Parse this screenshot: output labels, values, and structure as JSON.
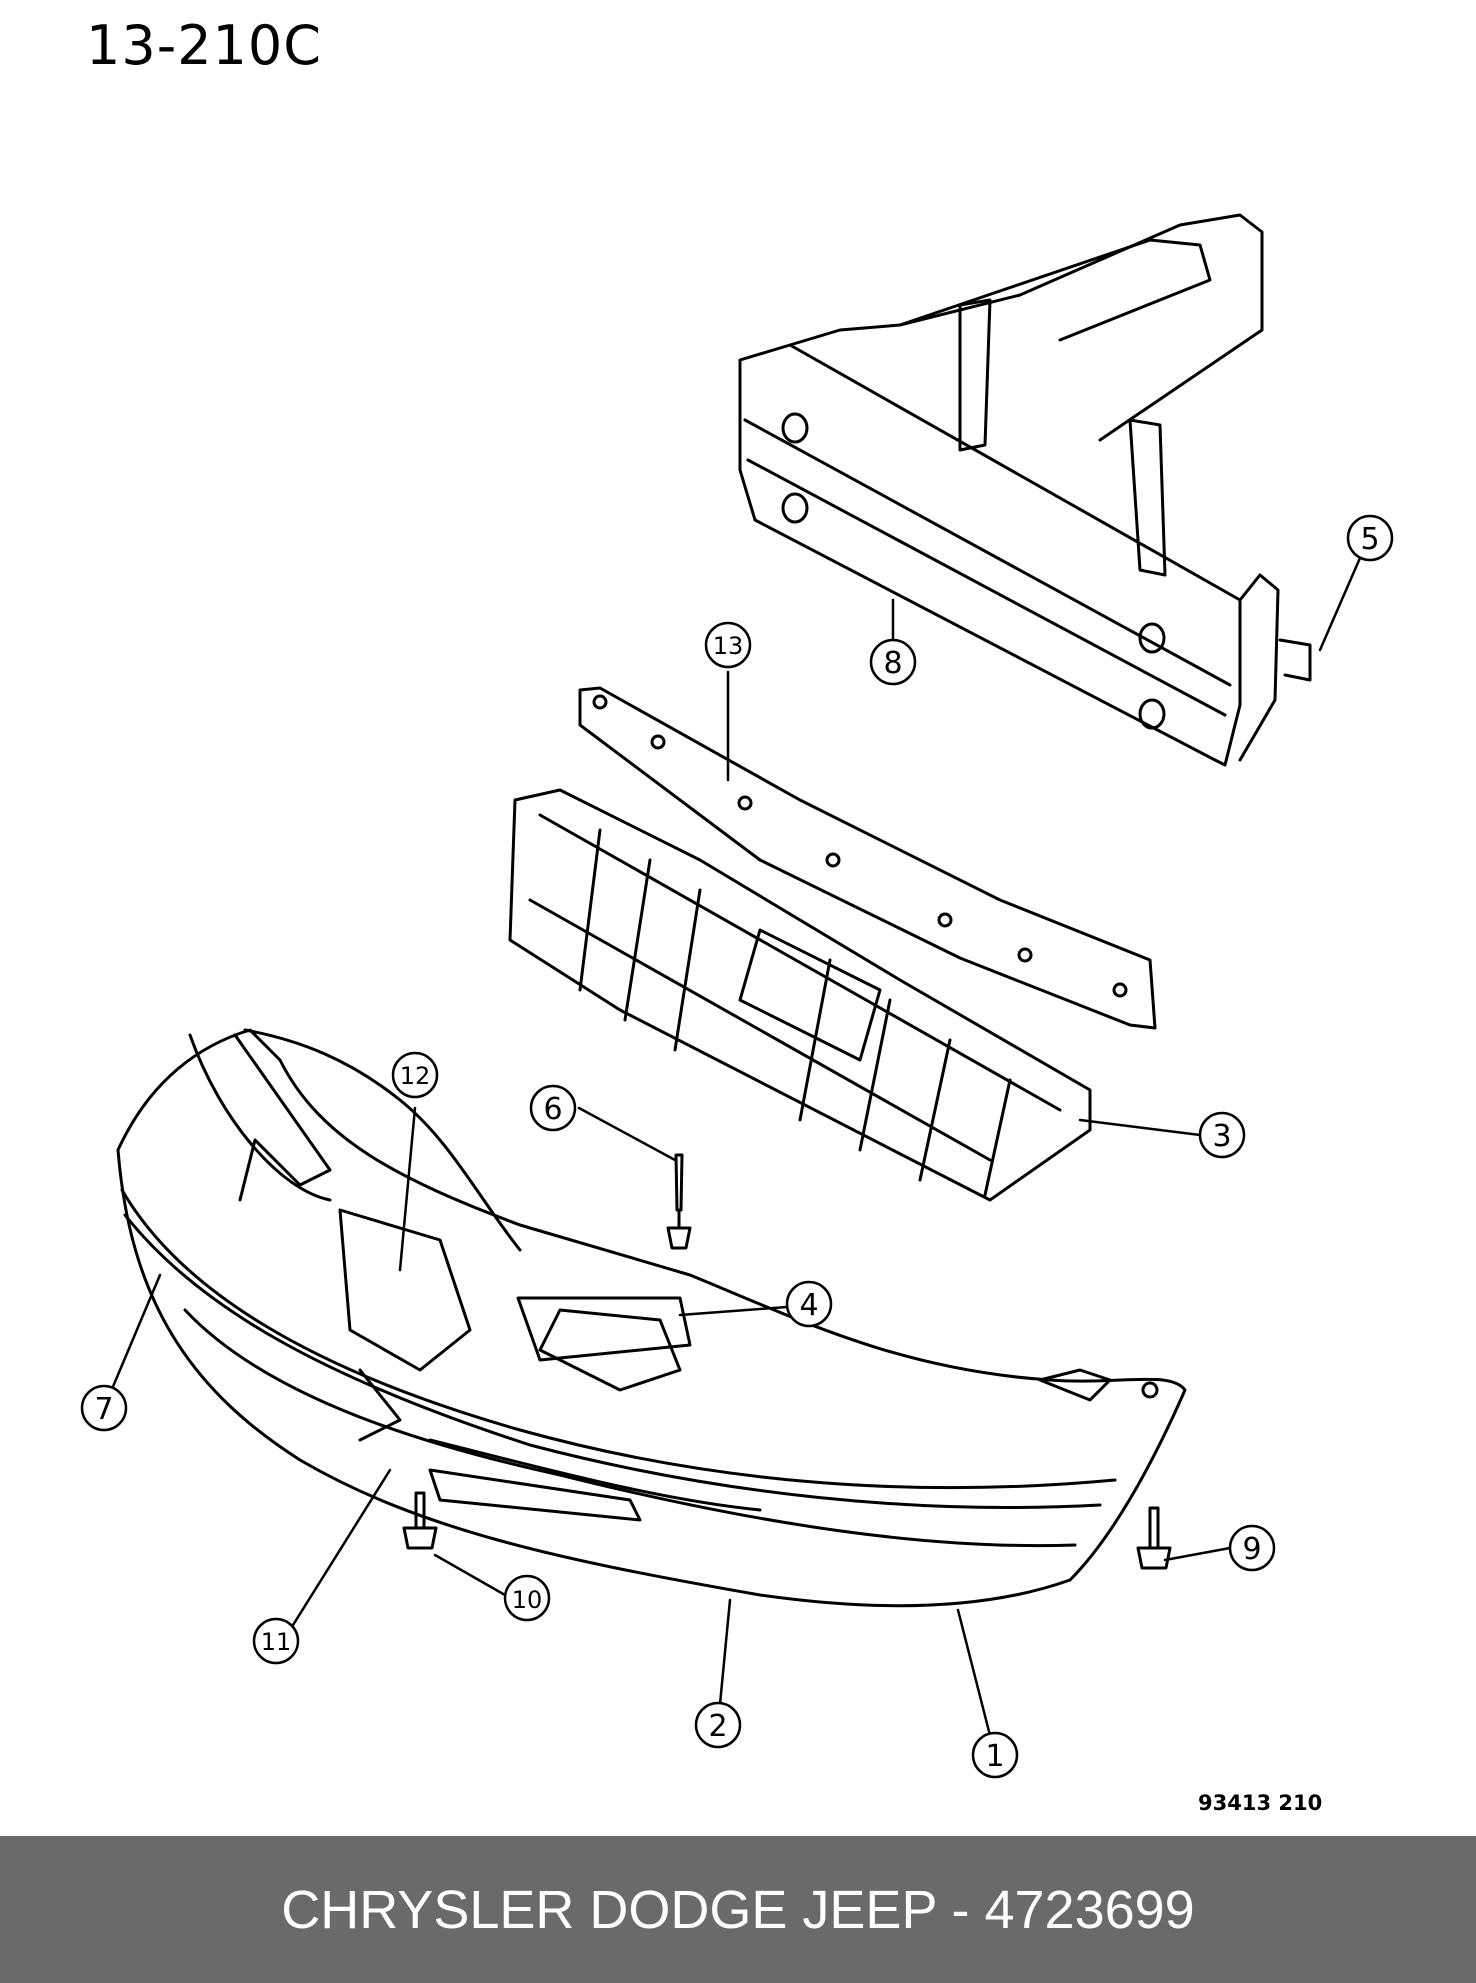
{
  "diagram": {
    "code": "13-210C",
    "drawing_number": "93413 210",
    "callouts": [
      {
        "label": "1"
      },
      {
        "label": "2"
      },
      {
        "label": "3"
      },
      {
        "label": "4"
      },
      {
        "label": "5"
      },
      {
        "label": "6"
      },
      {
        "label": "7"
      },
      {
        "label": "8"
      },
      {
        "label": "9"
      },
      {
        "label": "10"
      },
      {
        "label": "11"
      },
      {
        "label": "12"
      },
      {
        "label": "13"
      }
    ]
  },
  "footer": {
    "text": "CHRYSLER DODGE JEEP - 4723699"
  },
  "colors": {
    "footer_bg": "#6a6a6a",
    "footer_text": "#ffffff",
    "line": "#000000"
  }
}
